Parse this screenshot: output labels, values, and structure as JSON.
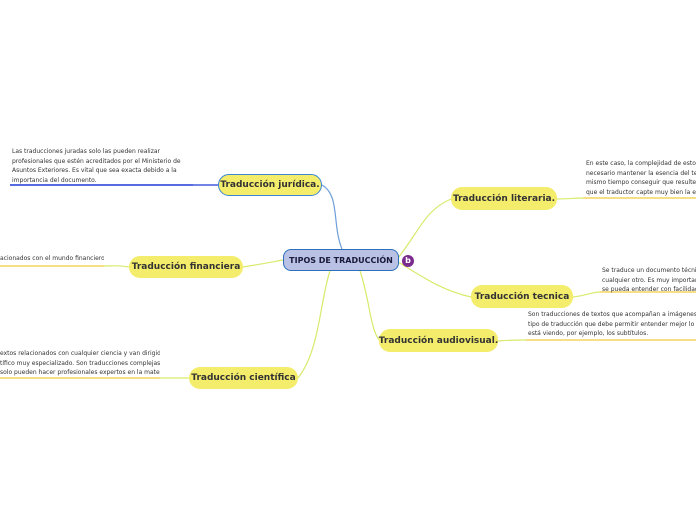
{
  "center": {
    "title": "TIPOS DE TRADUCCIÓN",
    "badge": "b"
  },
  "branches": {
    "juridica": {
      "label": "Traducción jurídica.",
      "note": [
        "Las traducciones juradas solo las pueden realizar",
        "profesionales que estén acreditados por el Ministerio de",
        "Asuntos Exteriores. Es vital que sea exacta debido a la",
        "importancia del documento."
      ]
    },
    "financiera": {
      "label": "Traducción financiera",
      "note": [
        "acionados con el mundo financiero."
      ]
    },
    "cientifica": {
      "label": "Traducción científica",
      "note": [
        "extos relacionados con cualquier ciencia y van dirigidos a",
        "tífico muy especializado. Son traducciones complejas y",
        "solo pueden hacer profesionales expertos en la materia."
      ]
    },
    "literaria": {
      "label": "Traducción literaria.",
      "note": [
        "En este caso, la complejidad de estos tr",
        "necesario mantener la esencia del texto",
        "mismo tiempo conseguir que resulte atr",
        "que el traductor capte muy bien la esen"
      ]
    },
    "tecnica": {
      "label": "Traducción tecnica",
      "note": [
        "Se traduce un documento técnico,",
        "cualquier otro. Es muy importante",
        "se pueda entender con facilidad."
      ]
    },
    "audiovisual": {
      "label": "Traducción audiovisual.",
      "note": [
        "Son traducciones de textos que acompañan a imágenes. Es",
        "tipo de traducción que debe permitir entender mejor lo que",
        "está viendo, por ejemplo, los subtítulos."
      ]
    }
  },
  "colors": {
    "node_fill": "#f4ec6b",
    "center_fill": "#b9c1e4",
    "center_border": "#2d6fb8",
    "connector_left": "#6e9fd8",
    "connector_right": "#d9ea6c",
    "underline_blue": "#1f3bd6",
    "badge": "#7a2b8e"
  }
}
